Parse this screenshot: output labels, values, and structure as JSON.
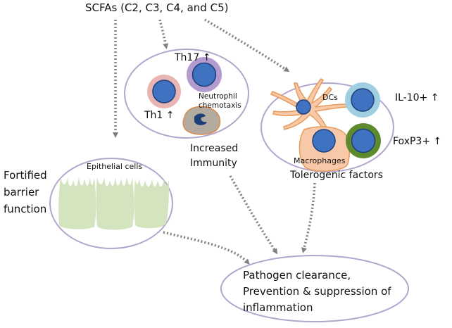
{
  "title": "SCFAs (C2, C3, C4, and C5)",
  "colors": {
    "ellipse_stroke": "#b3a6cc",
    "arrow": "#808080",
    "cell_core": "#3f72c0",
    "cell_core_stroke": "#1f3f78",
    "th1_ring": "#e8b4b4",
    "th17_ring": "#b39bd0",
    "il10_ring": "#9fcfe0",
    "foxp3_ring": "#5e8a2e",
    "dc_fill": "#f8c9a8",
    "dc_stroke": "#e89a5a",
    "epithelial": "#d4e4bf"
  },
  "immunity": {
    "th17_label": "Th17 ↑",
    "th1_label": "Th1 ↑",
    "neutrophil_label_1": "Neutrophil",
    "neutrophil_label_2": "chemotaxis",
    "caption_1": "Increased",
    "caption_2": "Immunity"
  },
  "tolerogenic": {
    "dcs_label": "DCs",
    "macrophages_label": "Macrophages",
    "il10_label": "IL-10+ ↑",
    "foxp3_label": "FoxP3+ ↑",
    "caption": "Tolerogenic factors"
  },
  "barrier": {
    "inner_label": "Epithelial cells",
    "caption_1": "Fortified",
    "caption_2": "barrier",
    "caption_3": "function"
  },
  "outcome": {
    "line_1": "Pathogen clearance,",
    "line_2": "Prevention & suppression of",
    "line_3": "inflammation"
  }
}
